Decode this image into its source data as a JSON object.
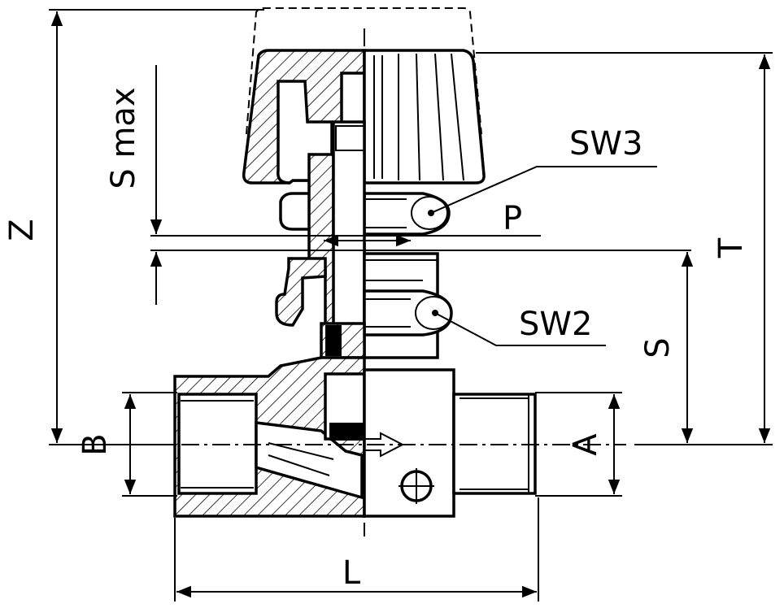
{
  "labels": {
    "z": "Z",
    "s_max": "S max",
    "sw3": "SW3",
    "p": "P",
    "sw2": "SW2",
    "s": "S",
    "t": "T",
    "b": "B",
    "a": "A",
    "l": "L"
  },
  "colors": {
    "ink": "#000000",
    "paper": "#ffffff"
  }
}
